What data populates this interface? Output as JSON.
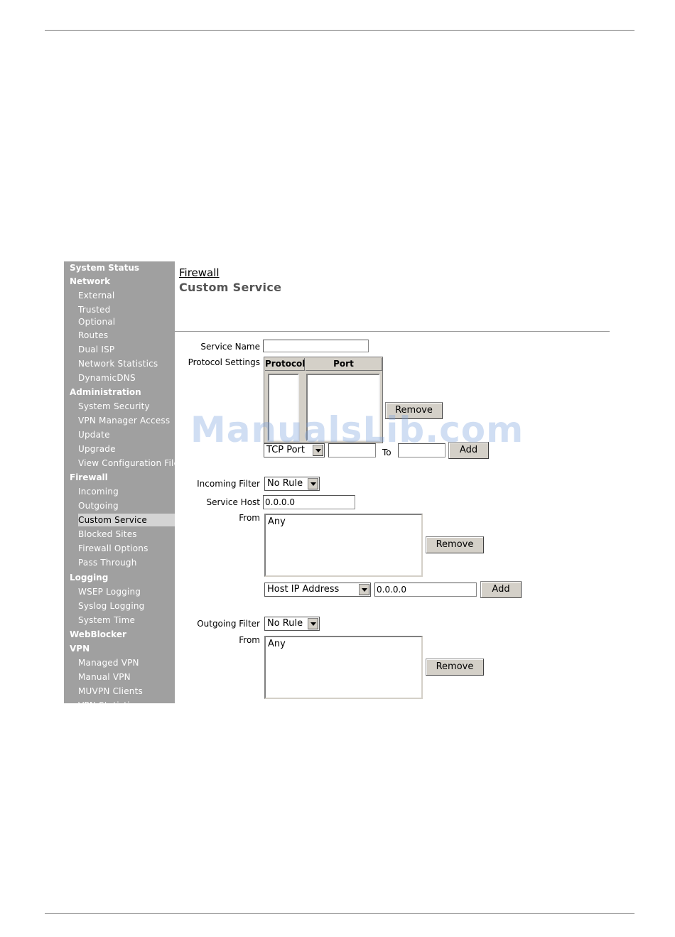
{
  "sidebar": {
    "items": [
      {
        "label": "System Status",
        "kind": "sec"
      },
      {
        "label": "Network",
        "kind": "sec"
      },
      {
        "label": "External",
        "kind": "sub"
      },
      {
        "label": "Trusted",
        "kind": "sub"
      },
      {
        "label": "Optional",
        "kind": "sub"
      },
      {
        "label": "Routes",
        "kind": "sub"
      },
      {
        "label": "Dual ISP",
        "kind": "sub"
      },
      {
        "label": "Network Statistics",
        "kind": "sub"
      },
      {
        "label": "DynamicDNS",
        "kind": "sub"
      },
      {
        "label": "Administration",
        "kind": "sec"
      },
      {
        "label": "System Security",
        "kind": "sub"
      },
      {
        "label": "VPN Manager Access",
        "kind": "sub"
      },
      {
        "label": "Update",
        "kind": "sub"
      },
      {
        "label": "Upgrade",
        "kind": "sub"
      },
      {
        "label": "View Configuration File",
        "kind": "sub"
      },
      {
        "label": "Firewall",
        "kind": "sec"
      },
      {
        "label": "Incoming",
        "kind": "sub"
      },
      {
        "label": "Outgoing",
        "kind": "sub"
      },
      {
        "label": "Custom Service",
        "kind": "sub",
        "active": true
      },
      {
        "label": "Blocked Sites",
        "kind": "sub"
      },
      {
        "label": "Firewall Options",
        "kind": "sub"
      },
      {
        "label": "Pass Through",
        "kind": "sub"
      },
      {
        "label": "Logging",
        "kind": "sec"
      },
      {
        "label": "WSEP Logging",
        "kind": "sub"
      },
      {
        "label": "Syslog Logging",
        "kind": "sub"
      },
      {
        "label": "System Time",
        "kind": "sub"
      },
      {
        "label": "WebBlocker",
        "kind": "sec"
      },
      {
        "label": "VPN",
        "kind": "sec"
      },
      {
        "label": "Managed VPN",
        "kind": "sub"
      },
      {
        "label": "Manual VPN",
        "kind": "sub"
      },
      {
        "label": "MUVPN Clients",
        "kind": "sub"
      },
      {
        "label": "VPN Statistics",
        "kind": "sub"
      }
    ]
  },
  "header": {
    "breadcrumb": "Firewall",
    "title": "Custom Service"
  },
  "form": {
    "service_name_label": "Service Name",
    "service_name_value": "",
    "protocol_settings_label": "Protocol Settings",
    "protocol_col": "Protocol",
    "port_col": "Port",
    "remove_label": "Remove",
    "protocol_select": "TCP Port",
    "port_from": "",
    "to_label": "To",
    "port_to": "",
    "add_label": "Add",
    "incoming_filter_label": "Incoming Filter",
    "incoming_filter_value": "No Rule",
    "service_host_label": "Service Host",
    "service_host_value": "0.0.0.0",
    "from_label": "From",
    "incoming_from_item": "Any",
    "address_type": "Host IP Address",
    "address_value": "0.0.0.0",
    "outgoing_filter_label": "Outgoing Filter",
    "outgoing_filter_value": "No Rule",
    "outgoing_from_item": "Any"
  },
  "watermark": "ManualsLib.com"
}
